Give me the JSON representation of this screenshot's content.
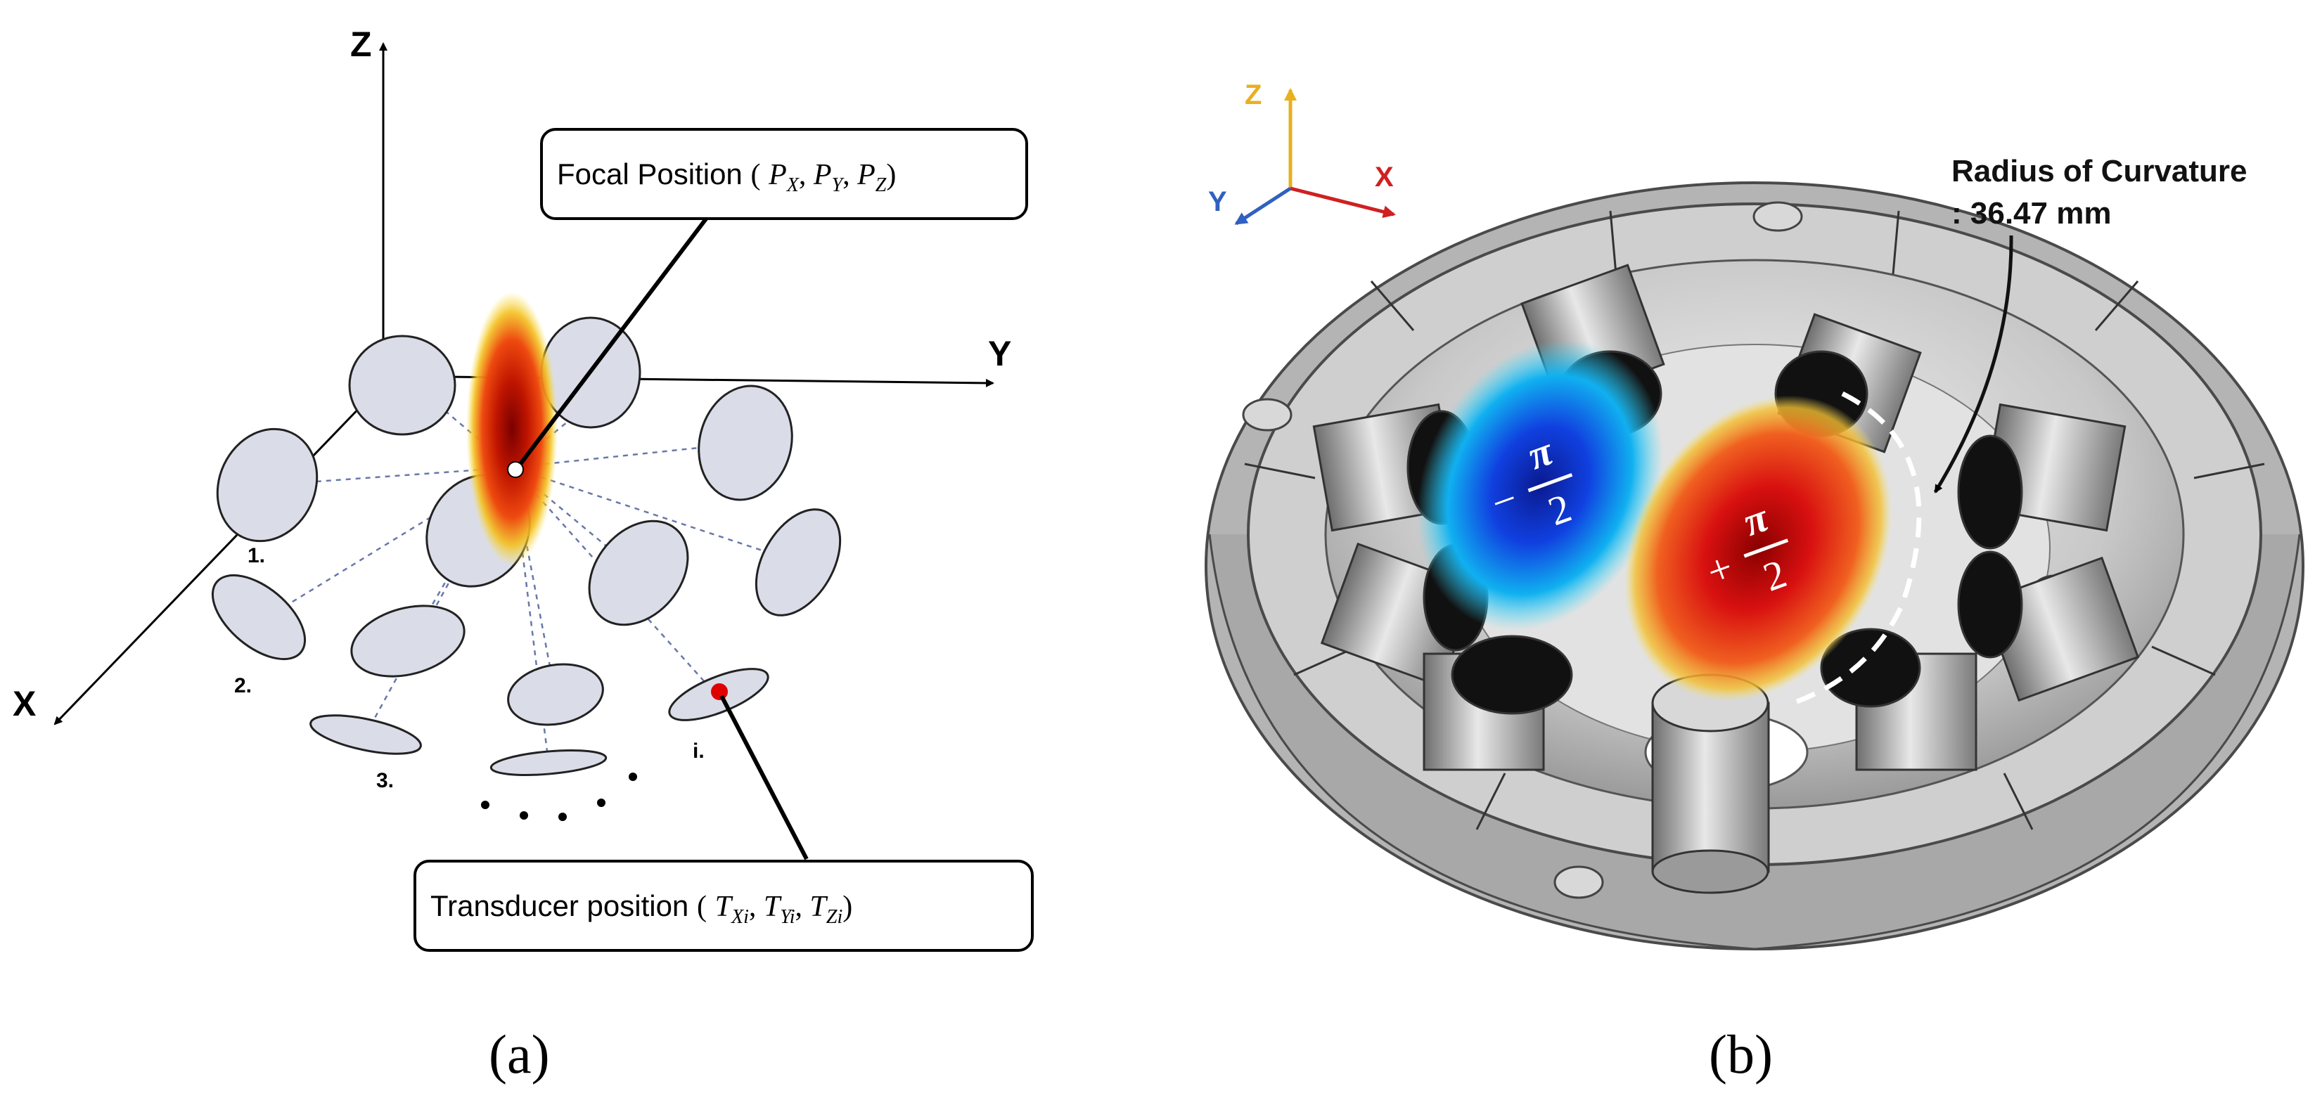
{
  "panel_a": {
    "label": "(a)",
    "axis_x": "X",
    "axis_y": "Y",
    "axis_z": "Z",
    "focal_label_text": "Focal Position",
    "focal_vars": [
      "P",
      "X",
      "P",
      "Y",
      "P",
      "Z"
    ],
    "transducer_label_text": "Transducer position",
    "transducer_vars": [
      "T",
      "Xi",
      "T",
      "Yi",
      "T",
      "Zi"
    ],
    "index_labels": [
      "1.",
      "2.",
      "3.",
      "i."
    ],
    "colors": {
      "disk_fill": "#dadde8",
      "focal_core": "#8b0000",
      "focal_mid": "#e83010",
      "focal_edge": "#f0d020",
      "transducer_marker": "#e00000"
    }
  },
  "panel_b": {
    "label": "(b)",
    "axis_z": "Z",
    "axis_x": "X",
    "axis_y": "Y",
    "radius_title": "Radius of Curvature",
    "radius_value": ": 36.47 mm",
    "phase_neg_sign": "−",
    "phase_pos_sign": "+",
    "phase_pi": "π",
    "phase_den": "2",
    "colors": {
      "axis_z": "#e8b020",
      "axis_x": "#d02020",
      "axis_y": "#3060c0",
      "housing": "#b8b8b8",
      "neg_phase": "#1040d0",
      "pos_phase": "#d01010"
    }
  }
}
